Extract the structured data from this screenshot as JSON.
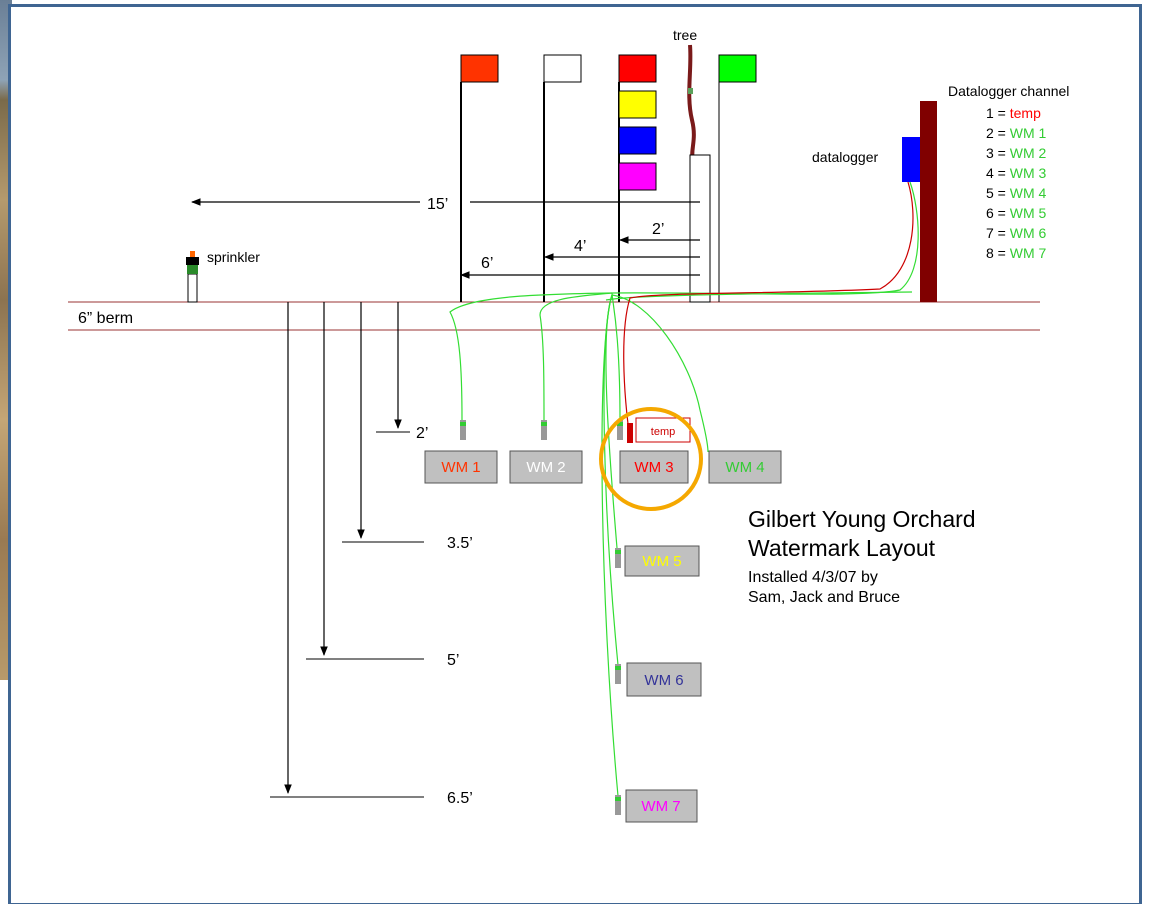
{
  "labels": {
    "tree": "tree",
    "sprinkler": "sprinkler",
    "datalogger": "datalogger",
    "berm": "6” berm",
    "dist_15": "15’",
    "dist_2": "2’",
    "dist_4": "4’",
    "dist_6": "6’",
    "temp": "temp"
  },
  "depths": [
    "2’",
    "3.5’",
    "5’",
    "6.5’"
  ],
  "sensors": [
    {
      "label": "WM 1",
      "color": "#ff3300"
    },
    {
      "label": "WM 2",
      "color": "#ffffff"
    },
    {
      "label": "WM 3",
      "color": "#ff0000"
    },
    {
      "label": "WM 4",
      "color": "#33cc33"
    },
    {
      "label": "WM 5",
      "color": "#ffff00"
    },
    {
      "label": "WM 6",
      "color": "#333399"
    },
    {
      "label": "WM 7",
      "color": "#ff00ff"
    }
  ],
  "legend": {
    "title": "Datalogger channel",
    "entries": [
      {
        "num": "1 =",
        "value": "temp",
        "color": "#ff0000"
      },
      {
        "num": "2 =",
        "value": "WM 1",
        "color": "#33cc33"
      },
      {
        "num": "3 =",
        "value": "WM 2",
        "color": "#33cc33"
      },
      {
        "num": "4 =",
        "value": "WM 3",
        "color": "#33cc33"
      },
      {
        "num": "5 =",
        "value": "WM 4",
        "color": "#33cc33"
      },
      {
        "num": "6 =",
        "value": "WM 5",
        "color": "#33cc33"
      },
      {
        "num": "7 =",
        "value": "WM 6",
        "color": "#33cc33"
      },
      {
        "num": "8 =",
        "value": "WM 7",
        "color": "#33cc33"
      }
    ]
  },
  "caption": {
    "title_line1": "Gilbert Young Orchard",
    "title_line2": "Watermark Layout",
    "sub_line1": "Installed 4/3/07 by",
    "sub_line2": "Sam, Jack and Bruce"
  },
  "flag_colors": [
    "#ff3300",
    "#ffffff",
    "#ff0000",
    "#ffff00",
    "#0000ff",
    "#ff00ff",
    "#00ff00"
  ],
  "colors": {
    "frame": "#3f6592",
    "wire": "#33dd33",
    "berm_line": "#993333",
    "datalogger_post": "#800000",
    "datalogger_box": "#0000ff",
    "sensor_box": "#c0c0c0",
    "highlight_circle": "#f5a800"
  }
}
